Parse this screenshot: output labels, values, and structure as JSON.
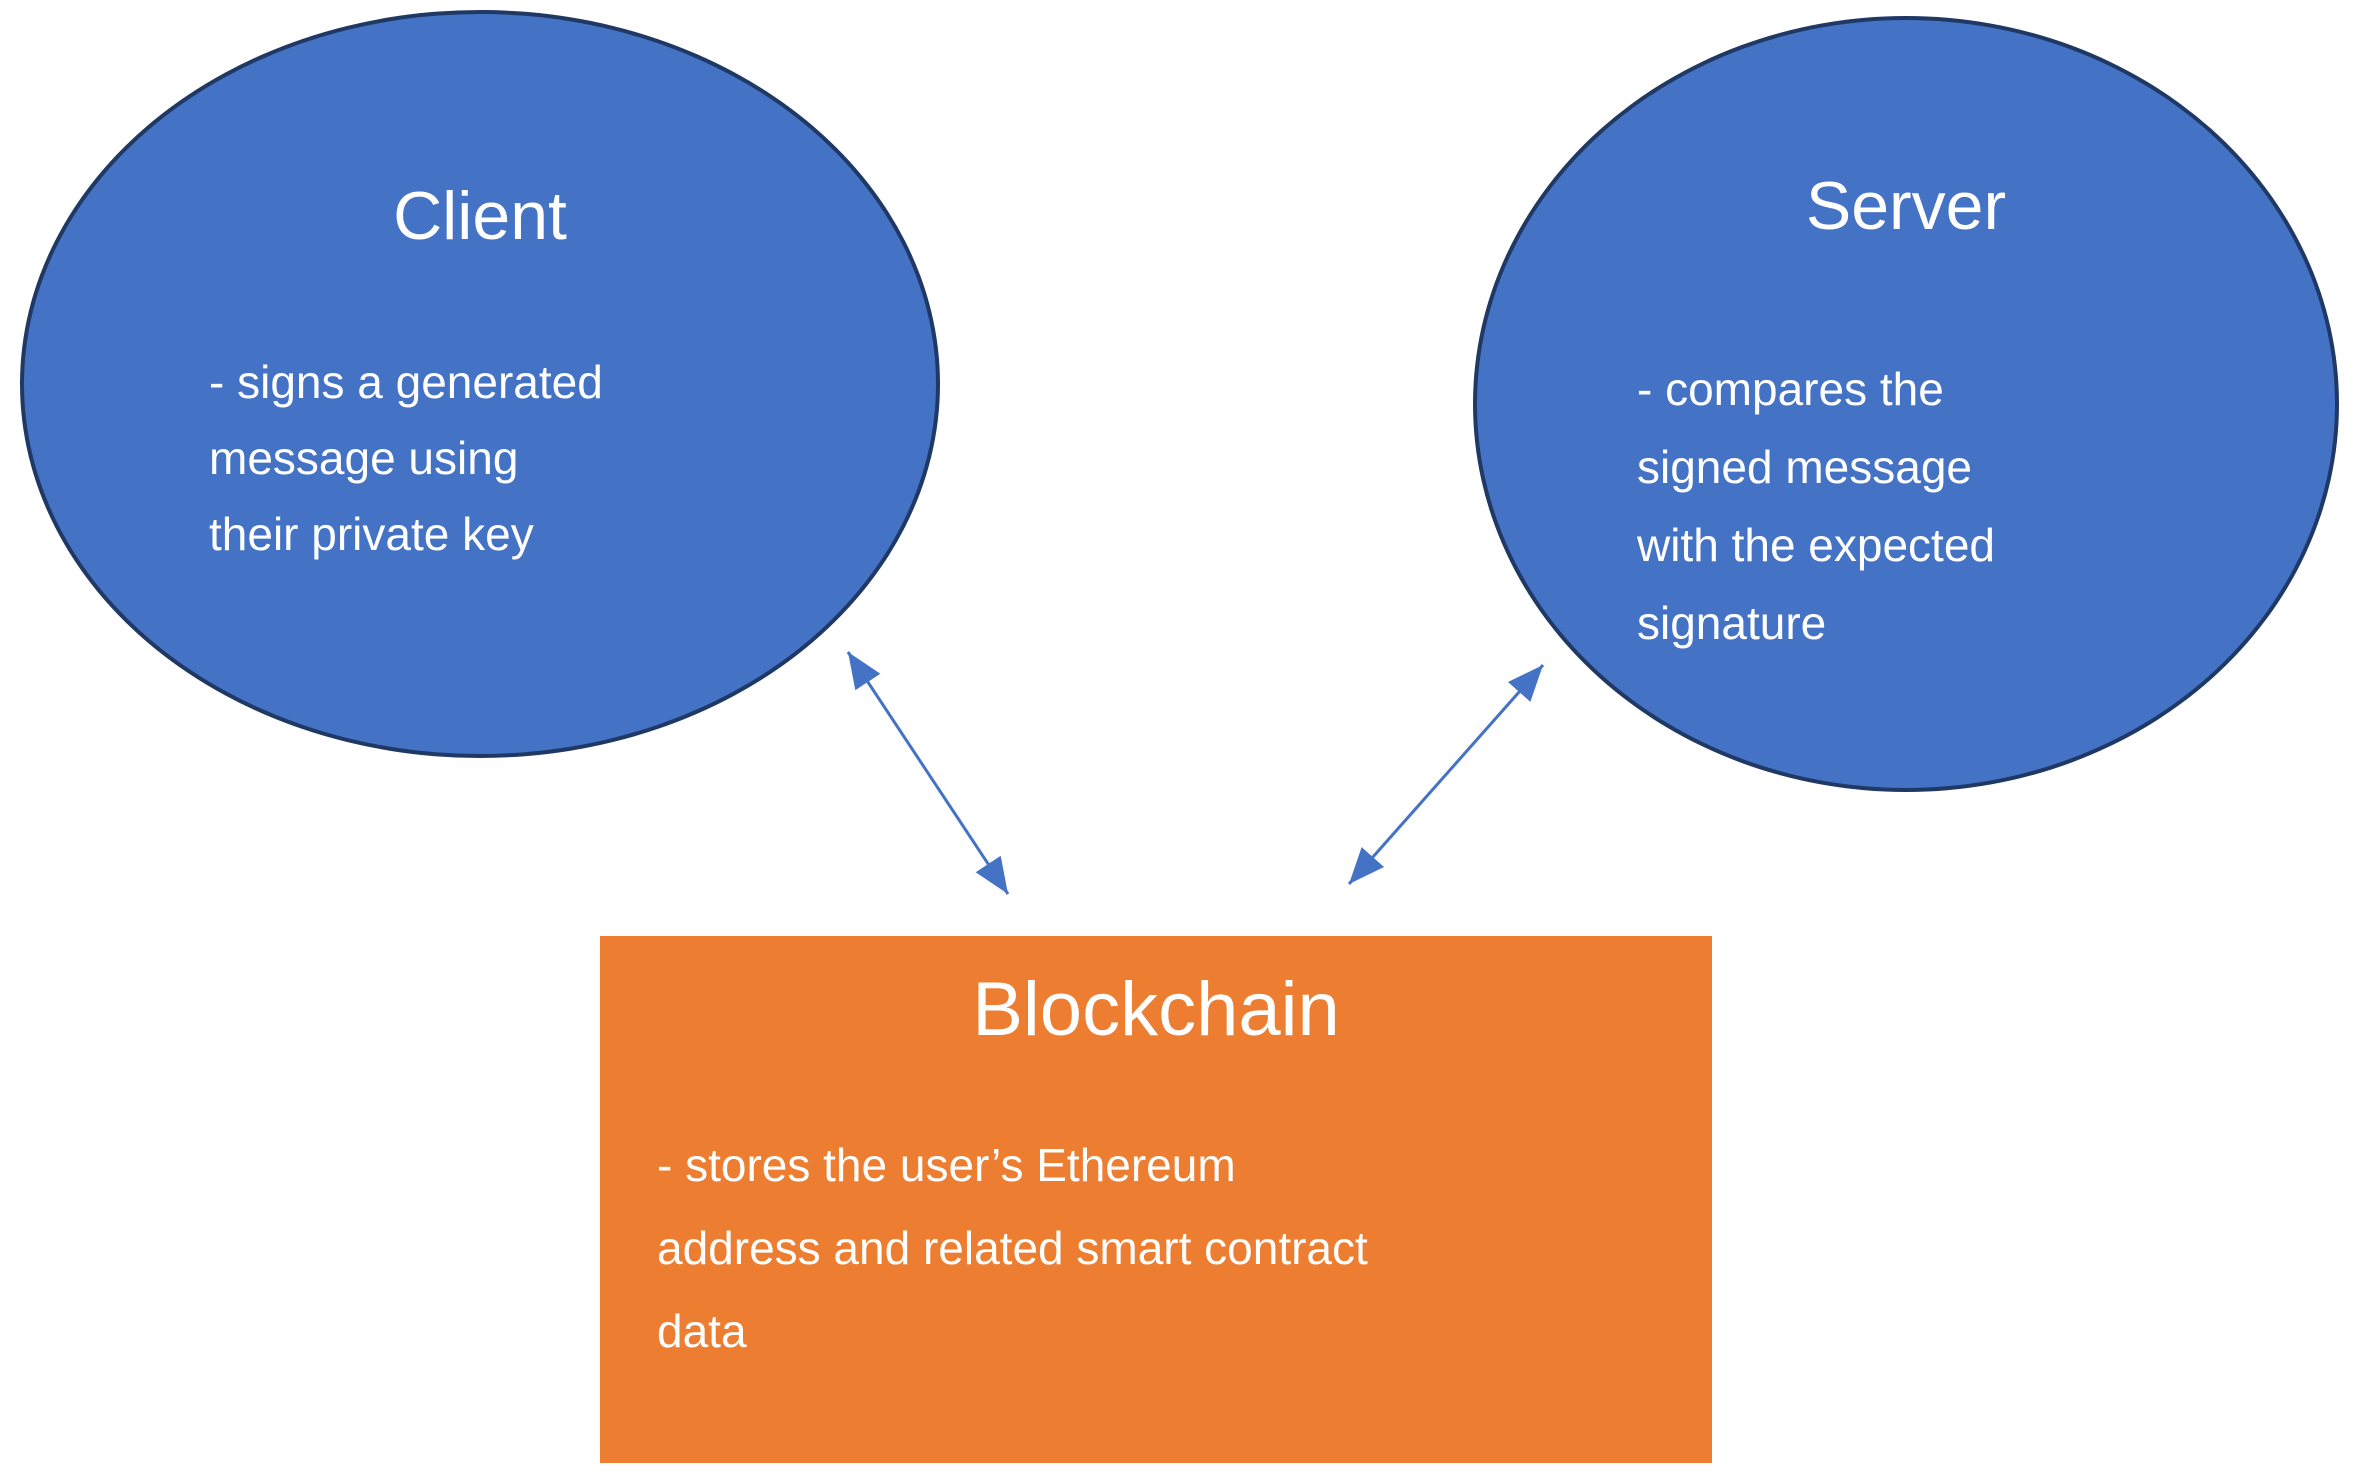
{
  "colors": {
    "node-fill-blue": "#4472c4",
    "node-stroke-navy": "#1f3864",
    "node-fill-orange": "#ed7d31",
    "connector-blue": "#4472c4",
    "text-white": "#ffffff",
    "canvas-bg": "#ffffff"
  },
  "nodes": {
    "client": {
      "title": "Client",
      "lines": [
        "- signs a generated",
        "message using",
        "their private key"
      ]
    },
    "server": {
      "title": "Server",
      "lines": [
        "- compares the",
        "signed message",
        "with the expected",
        "signature"
      ]
    },
    "blockchain": {
      "title": "Blockchain",
      "lines": [
        "- stores the user’s Ethereum",
        "address and related smart contract",
        "data"
      ]
    }
  }
}
